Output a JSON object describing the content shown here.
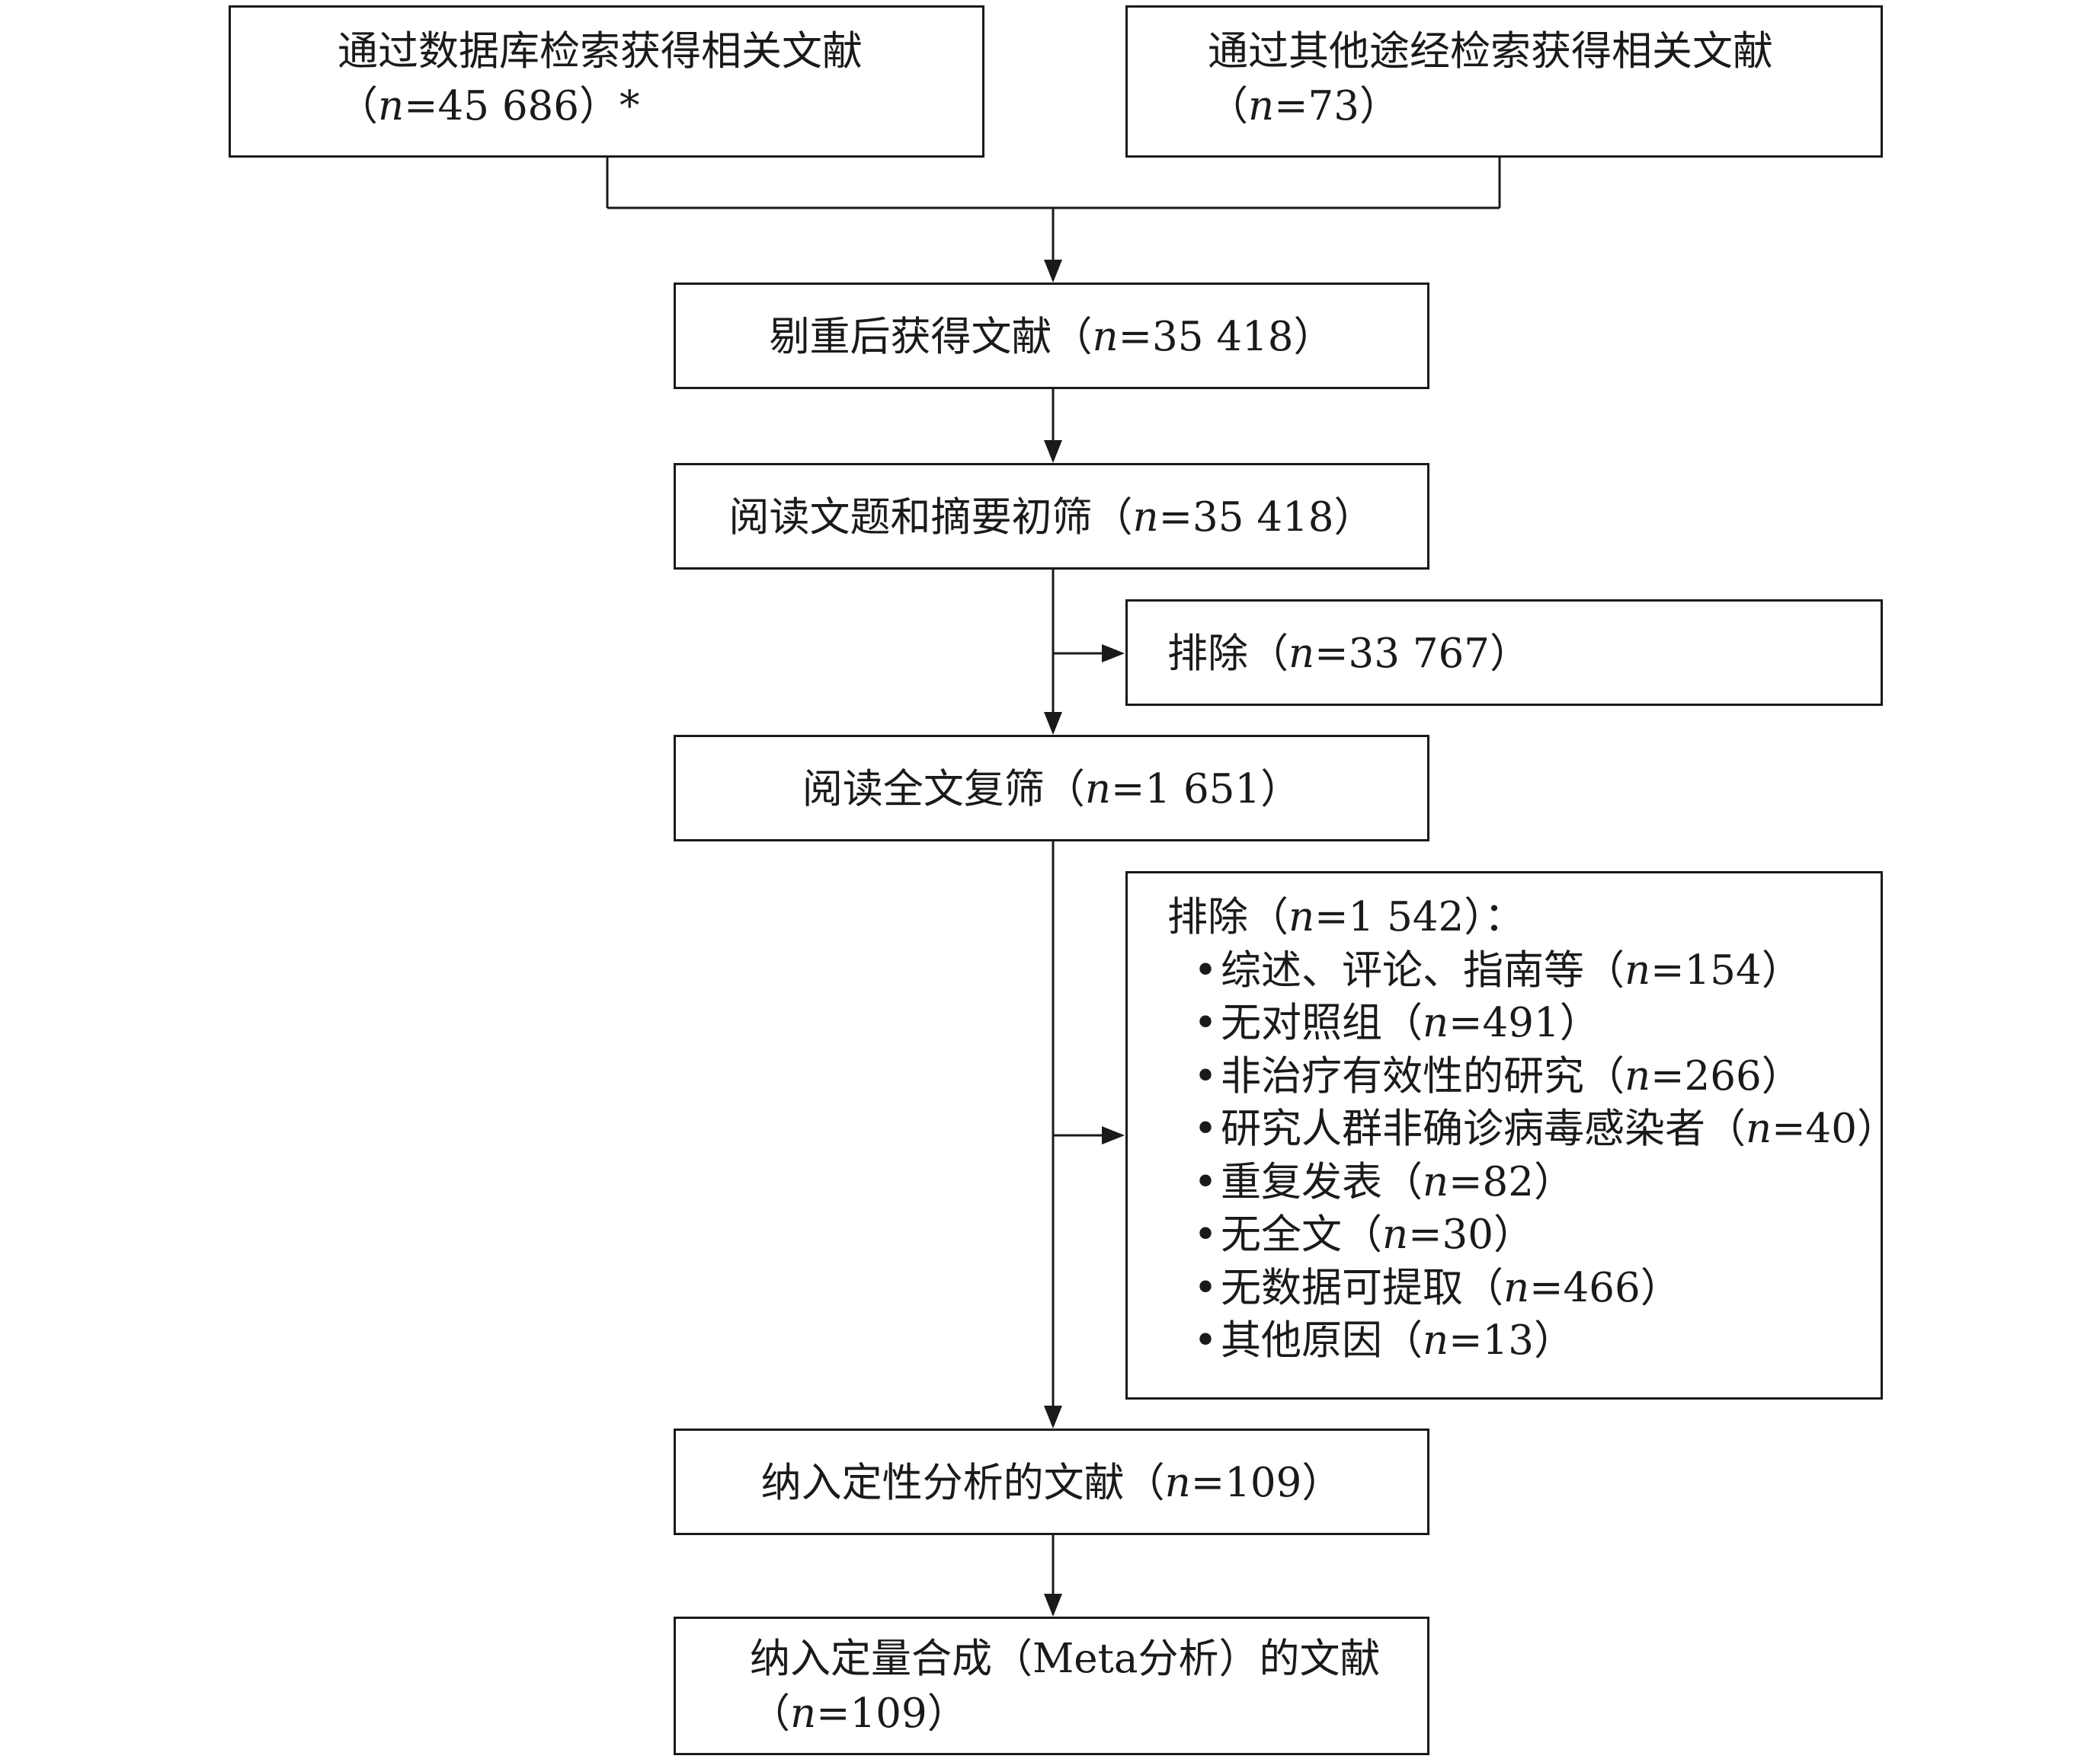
{
  "boxes": {
    "database": {
      "line1": "通过数据库检索获得相关文献",
      "line2_pre": "（",
      "n_sym": "n",
      "line2_val": "=45 686）*"
    },
    "other": {
      "line1": "通过其他途经检索获得相关文献",
      "line2_pre": "（",
      "n_sym": "n",
      "line2_val": "=73）"
    },
    "dedup": {
      "label": "剔重后获得文献（",
      "n_sym": "n",
      "val": "=35 418）"
    },
    "screen": {
      "label": "阅读文题和摘要初筛（",
      "n_sym": "n",
      "val": "=35 418）"
    },
    "exclude1": {
      "label": "排除（",
      "n_sym": "n",
      "val": "=33 767）"
    },
    "fulltext": {
      "label": "阅读全文复筛（",
      "n_sym": "n",
      "val": "=1 651）"
    },
    "exclude2": {
      "header_label": "排除（",
      "n_sym": "n",
      "header_val": "=1 542）：",
      "bullet": "•",
      "items": [
        {
          "label": "综述、评论、指南等（",
          "n_sym": "n",
          "val": "=154）"
        },
        {
          "label": "无对照组（",
          "n_sym": "n",
          "val": "=491）"
        },
        {
          "label": "非治疗有效性的研究（",
          "n_sym": "n",
          "val": "=266）"
        },
        {
          "label": "研究人群非确诊病毒感染者（",
          "n_sym": "n",
          "val": "=40）"
        },
        {
          "label": "重复发表（",
          "n_sym": "n",
          "val": "=82）"
        },
        {
          "label": "无全文（",
          "n_sym": "n",
          "val": "=30）"
        },
        {
          "label": "无数据可提取（",
          "n_sym": "n",
          "val": "=466）"
        },
        {
          "label": "其他原因（",
          "n_sym": "n",
          "val": "=13）"
        }
      ]
    },
    "qualitative": {
      "label": "纳入定性分析的文献（",
      "n_sym": "n",
      "val": "=109）"
    },
    "quantitative": {
      "line1": "纳入定量合成（Meta分析）的文献",
      "line2_pre": "（",
      "n_sym": "n",
      "line2_val": "=109）"
    }
  }
}
